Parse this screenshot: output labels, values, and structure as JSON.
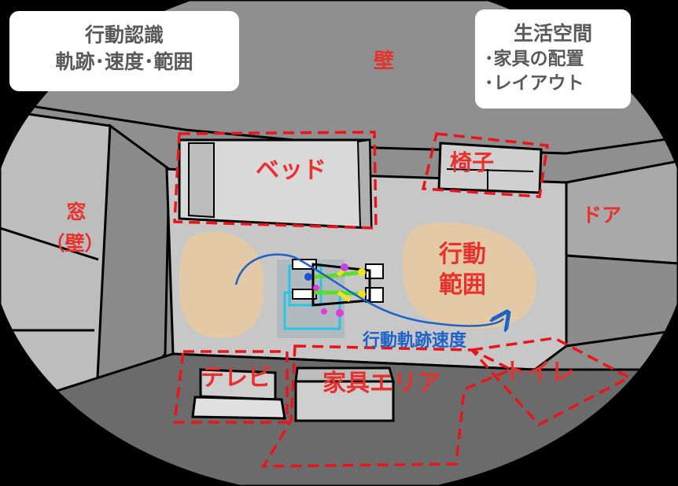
{
  "info_left": {
    "line1": "行動認識",
    "line2": "軌跡･速度･範囲"
  },
  "info_right": {
    "title": "生活空間",
    "item1": "･家具の配置",
    "item2": "･レイアウト"
  },
  "labels": {
    "wall": "壁",
    "window_line1": "窓",
    "window_line2": "（壁）",
    "door": "ドア",
    "bed": "ベッド",
    "chair": "椅子",
    "action_range_line1": "行動",
    "action_range_line2": "範囲",
    "trajectory_speed": "行動軌跡速度",
    "tv": "テレビ",
    "furniture_area": "家具エリア",
    "toilet": "トイレ"
  },
  "colors": {
    "label_red": "#e8302c",
    "label_blue": "#1c62c8",
    "zone_dash": "#e8161a",
    "info_text": "#5a5a5a",
    "floor": "#c6c6c6",
    "wall_panel": "#8a8a8a",
    "range_blob": "#e9c9a0"
  }
}
